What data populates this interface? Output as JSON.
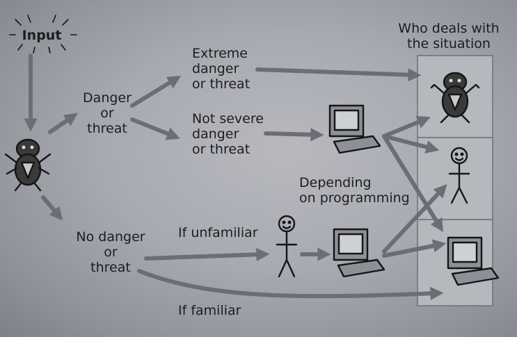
{
  "labels": {
    "input": "Input",
    "header": "Who deals with\nthe situation",
    "danger": "Danger\nor\nthreat",
    "extreme": "Extreme\ndanger\nor threat",
    "not_severe": "Not severe\ndanger\nor threat",
    "programming": "Depending\non programming",
    "no_danger": "No danger\nor\nthreat",
    "if_unfamiliar": "If unfamiliar",
    "if_familiar": "If familiar"
  },
  "handlers": [
    {
      "icon": "monkey-icon"
    },
    {
      "icon": "stick-figure-icon"
    },
    {
      "icon": "computer-icon"
    }
  ],
  "colors": {
    "background": "#a7aab0",
    "arrow": "#6b6e74",
    "ink": "#151515",
    "box": "#b5b8bd"
  }
}
